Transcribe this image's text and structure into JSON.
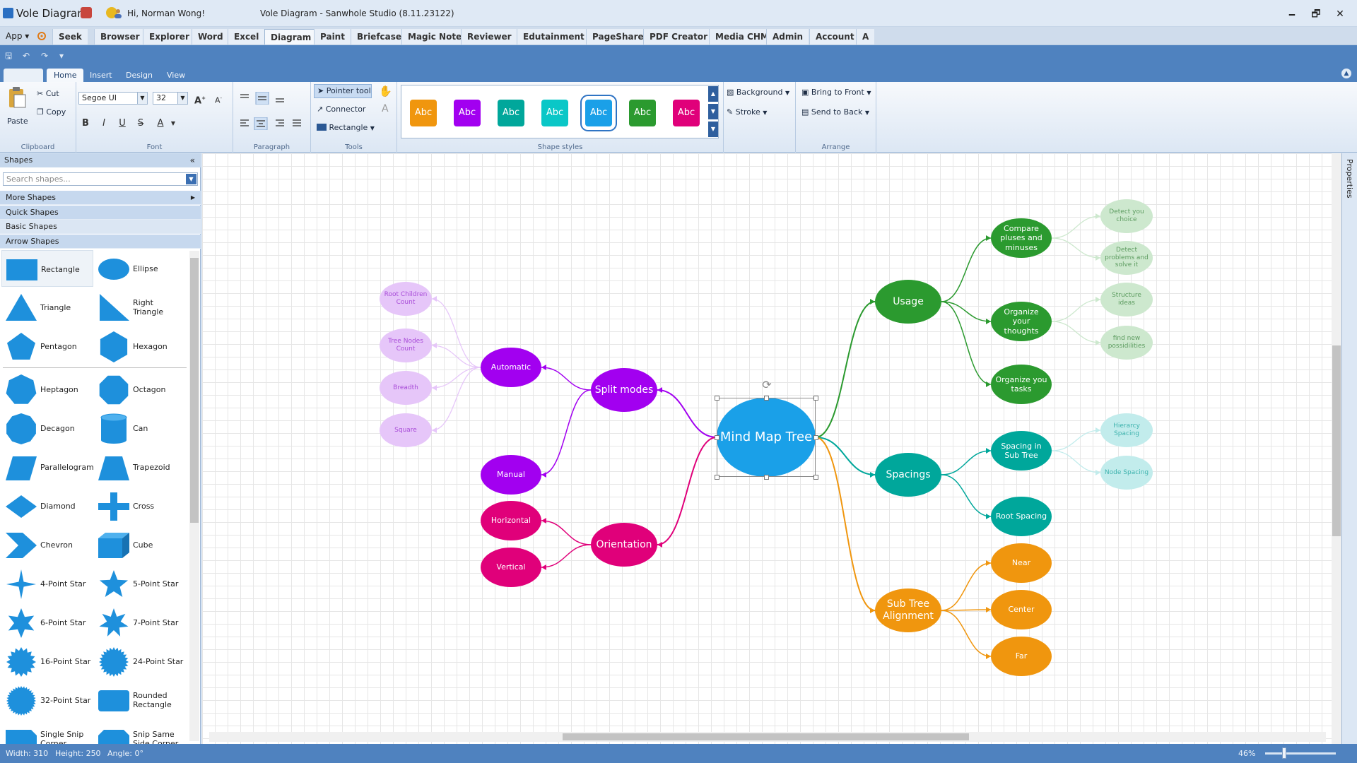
{
  "titlebar": {
    "app_name": "Vole Diagram",
    "greeting": "Hi, Norman Wong!",
    "window_title": "Vole Diagram - Sanwhole Studio (8.11.23122)",
    "minimize": "🗕",
    "restore": "🗗",
    "close": "✕"
  },
  "menubar": {
    "app_menu": "App ▾",
    "tabs": [
      "Seek",
      "Browser",
      "Explorer",
      "Word",
      "Excel",
      "Diagram",
      "Paint",
      "Briefcase",
      "Magic Note",
      "Reviewer",
      "Edutainment",
      "PageShare",
      "PDF Creator",
      "Media CHM",
      "Admin",
      "Account",
      "A"
    ],
    "active_tab": "Diagram"
  },
  "ribbon_tabs": [
    "Home",
    "Insert",
    "Design",
    "View"
  ],
  "ribbon": {
    "clipboard": {
      "label": "Clipboard",
      "paste": "Paste",
      "cut": "Cut",
      "copy": "Copy"
    },
    "font": {
      "label": "Font",
      "family": "Segoe UI",
      "size": "32",
      "bold": "B",
      "italic": "I",
      "underline": "U",
      "strike": "S",
      "color": "A"
    },
    "paragraph": {
      "label": "Paragraph"
    },
    "tools": {
      "label": "Tools",
      "pointer": "Pointer tool",
      "connector": "Connector",
      "rectangle": "Rectangle"
    },
    "shape_styles": {
      "label": "Shape styles",
      "swatch_text": "Abc",
      "swatches": [
        "#f0960e",
        "#a200f0",
        "#00a79b",
        "#0ac7c7",
        "#1aa0e8",
        "#2b9a2f",
        "#e0007a"
      ],
      "selected_index": 4
    },
    "fill": {
      "background": "Background",
      "stroke": "Stroke"
    },
    "arrange": {
      "label": "Arrange",
      "bring_front": "Bring to Front",
      "send_back": "Send to Back"
    }
  },
  "shapes_panel": {
    "title": "Shapes",
    "search_placeholder": "Search shapes...",
    "categories": [
      "More Shapes",
      "Quick Shapes",
      "Basic Shapes",
      "Arrow Shapes"
    ],
    "selected_category": "Basic Shapes",
    "shape_color": "#1e90dc",
    "items": [
      {
        "label": "Rectangle",
        "icon": "rectangle-icon"
      },
      {
        "label": "Ellipse",
        "icon": "ellipse-icon"
      },
      {
        "label": "Triangle",
        "icon": "triangle-icon"
      },
      {
        "label": "Right Triangle",
        "icon": "right-triangle-icon"
      },
      {
        "label": "Pentagon",
        "icon": "pentagon-icon"
      },
      {
        "label": "Hexagon",
        "icon": "hexagon-icon"
      },
      {
        "label": "Heptagon",
        "icon": "heptagon-icon"
      },
      {
        "label": "Octagon",
        "icon": "octagon-icon"
      },
      {
        "label": "Decagon",
        "icon": "decagon-icon"
      },
      {
        "label": "Can",
        "icon": "can-icon"
      },
      {
        "label": "Parallelogram",
        "icon": "parallelogram-icon"
      },
      {
        "label": "Trapezoid",
        "icon": "trapezoid-icon"
      },
      {
        "label": "Diamond",
        "icon": "diamond-icon"
      },
      {
        "label": "Cross",
        "icon": "cross-icon"
      },
      {
        "label": "Chevron",
        "icon": "chevron-icon"
      },
      {
        "label": "Cube",
        "icon": "cube-icon"
      },
      {
        "label": "4-Point Star",
        "icon": "star4-icon"
      },
      {
        "label": "5-Point Star",
        "icon": "star5-icon"
      },
      {
        "label": "6-Point Star",
        "icon": "star6-icon"
      },
      {
        "label": "7-Point Star",
        "icon": "star7-icon"
      },
      {
        "label": "16-Point Star",
        "icon": "star16-icon"
      },
      {
        "label": "24-Point Star",
        "icon": "star24-icon"
      },
      {
        "label": "32-Point Star",
        "icon": "star32-icon"
      },
      {
        "label": "Rounded Rectangle",
        "icon": "rounded-rectangle-icon"
      },
      {
        "label": "Single Snip Corner",
        "icon": "single-snip-corner-icon"
      },
      {
        "label": "Snip Same Side Corner",
        "icon": "snip-same-side-corner-icon"
      }
    ]
  },
  "mindmap": {
    "root": {
      "label": "Mind Map Tree",
      "color": "#1aa0e8"
    },
    "branches": [
      {
        "label": "Split modes",
        "color": "#a200f0",
        "children": [
          {
            "label": "Automatic",
            "leaves": [
              "Root Children Count",
              "Tree Nodes Count",
              "Breadth",
              "Square"
            ]
          },
          {
            "label": "Manual",
            "leaves": []
          }
        ]
      },
      {
        "label": "Orientation",
        "color": "#e0007a",
        "children": [
          {
            "label": "Horizontal",
            "leaves": []
          },
          {
            "label": "Vertical",
            "leaves": []
          }
        ]
      },
      {
        "label": "Usage",
        "color": "#2b9a2f",
        "children": [
          {
            "label": "Compare pluses and minuses",
            "leaves": [
              "Detect you choice",
              "Detect problems and solve it"
            ]
          },
          {
            "label": "Organize your thoughts",
            "leaves": [
              "Structure ideas",
              "find new possidilities"
            ]
          },
          {
            "label": "Organize you tasks",
            "leaves": []
          }
        ]
      },
      {
        "label": "Spacings",
        "color": "#00a79b",
        "children": [
          {
            "label": "Spacing in Sub Tree",
            "leaves": [
              "Hierarcy Spacing",
              "Node Spacing"
            ]
          },
          {
            "label": "Root Spacing",
            "leaves": []
          }
        ]
      },
      {
        "label": "Sub Tree Alignment",
        "color": "#f0960e",
        "children": [
          {
            "label": "Near",
            "leaves": []
          },
          {
            "label": "Center",
            "leaves": []
          },
          {
            "label": "Far",
            "leaves": []
          }
        ]
      }
    ],
    "leaf_colors": {
      "#a200f0": "#e6c6f9",
      "#2b9a2f": "#cde8ce",
      "#00a79b": "#c2ecec"
    },
    "leaf_text_colors": {
      "#a200f0": "#a84bd8",
      "#2b9a2f": "#5d9c60",
      "#00a79b": "#3fb3ae"
    }
  },
  "side_panel": {
    "properties": "Properties"
  },
  "statusbar": {
    "width": "Width: 310",
    "height": "Height: 250",
    "angle": "Angle: 0°",
    "zoom": "46%"
  }
}
